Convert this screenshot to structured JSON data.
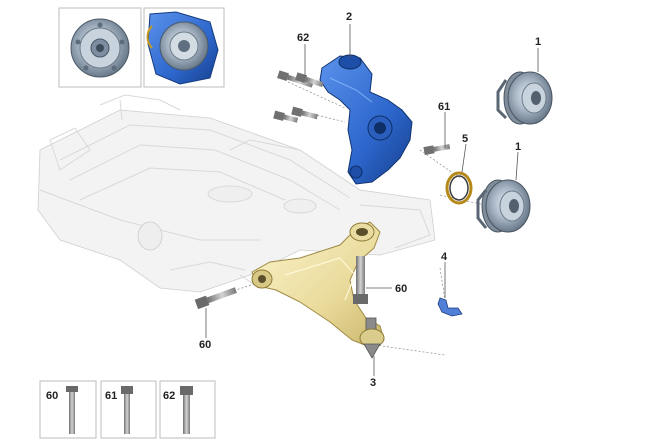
{
  "callouts": {
    "knuckle": "2",
    "hub_upper": "1",
    "hub_lower": "1",
    "bolts_upper": "62",
    "bolt_61": "61",
    "ring": "5",
    "bracket": "4",
    "bolt_60_right": "60",
    "bolt_60_left": "60",
    "ball_joint": "3"
  },
  "bolt_panels": [
    {
      "label": "60"
    },
    {
      "label": "61"
    },
    {
      "label": "62"
    }
  ],
  "colors": {
    "knuckle_blue": "#2f6fd6",
    "arm_yellow": "#efe2a6",
    "subframe_white": "#f4f4f4",
    "hub_gray": "#a9b6c4",
    "bolt_gray": "#9a9a9a"
  }
}
